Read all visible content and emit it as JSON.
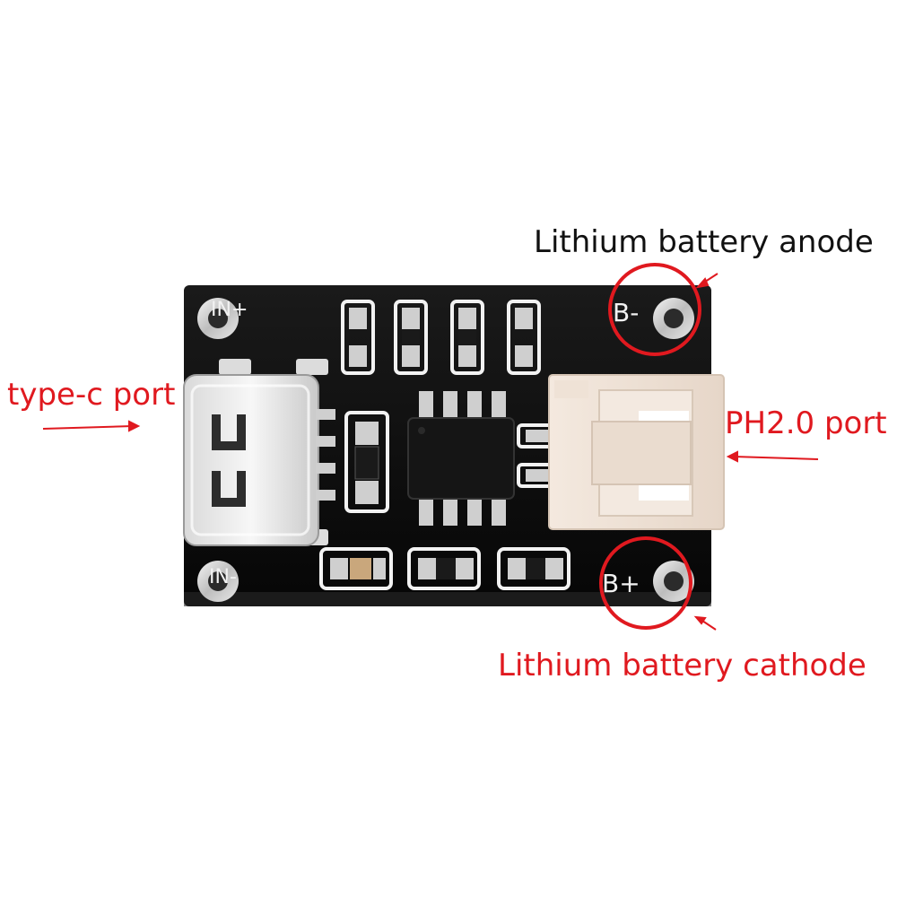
{
  "annotations": {
    "anode": "Lithium battery anode",
    "typec": "type-c port",
    "ph20": "PH2.0 port",
    "cathode": "Lithium battery cathode"
  },
  "silkscreen": {
    "in_plus": "IN+",
    "in_minus": "IN-",
    "b_minus": "B-",
    "b_plus": "B+"
  },
  "colors": {
    "annotation_red": "#e0191f",
    "annotation_black": "#111111",
    "pcb": "#0b0b0b",
    "silkscreen": "#f2f2f2",
    "connector": "#efe2d6"
  },
  "icons": [
    "arrow-icon",
    "highlight-circle-icon"
  ]
}
